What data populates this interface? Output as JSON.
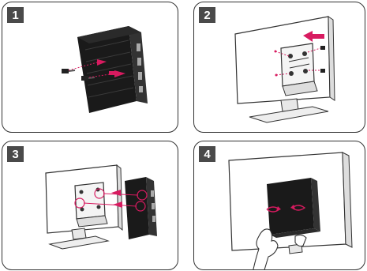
{
  "steps": [
    {
      "number": "1"
    },
    {
      "number": "2"
    },
    {
      "number": "3"
    },
    {
      "number": "4"
    }
  ],
  "colors": {
    "accent": "#d81b60",
    "device": "#1a1a1a",
    "badge": "#4a4a4a"
  }
}
